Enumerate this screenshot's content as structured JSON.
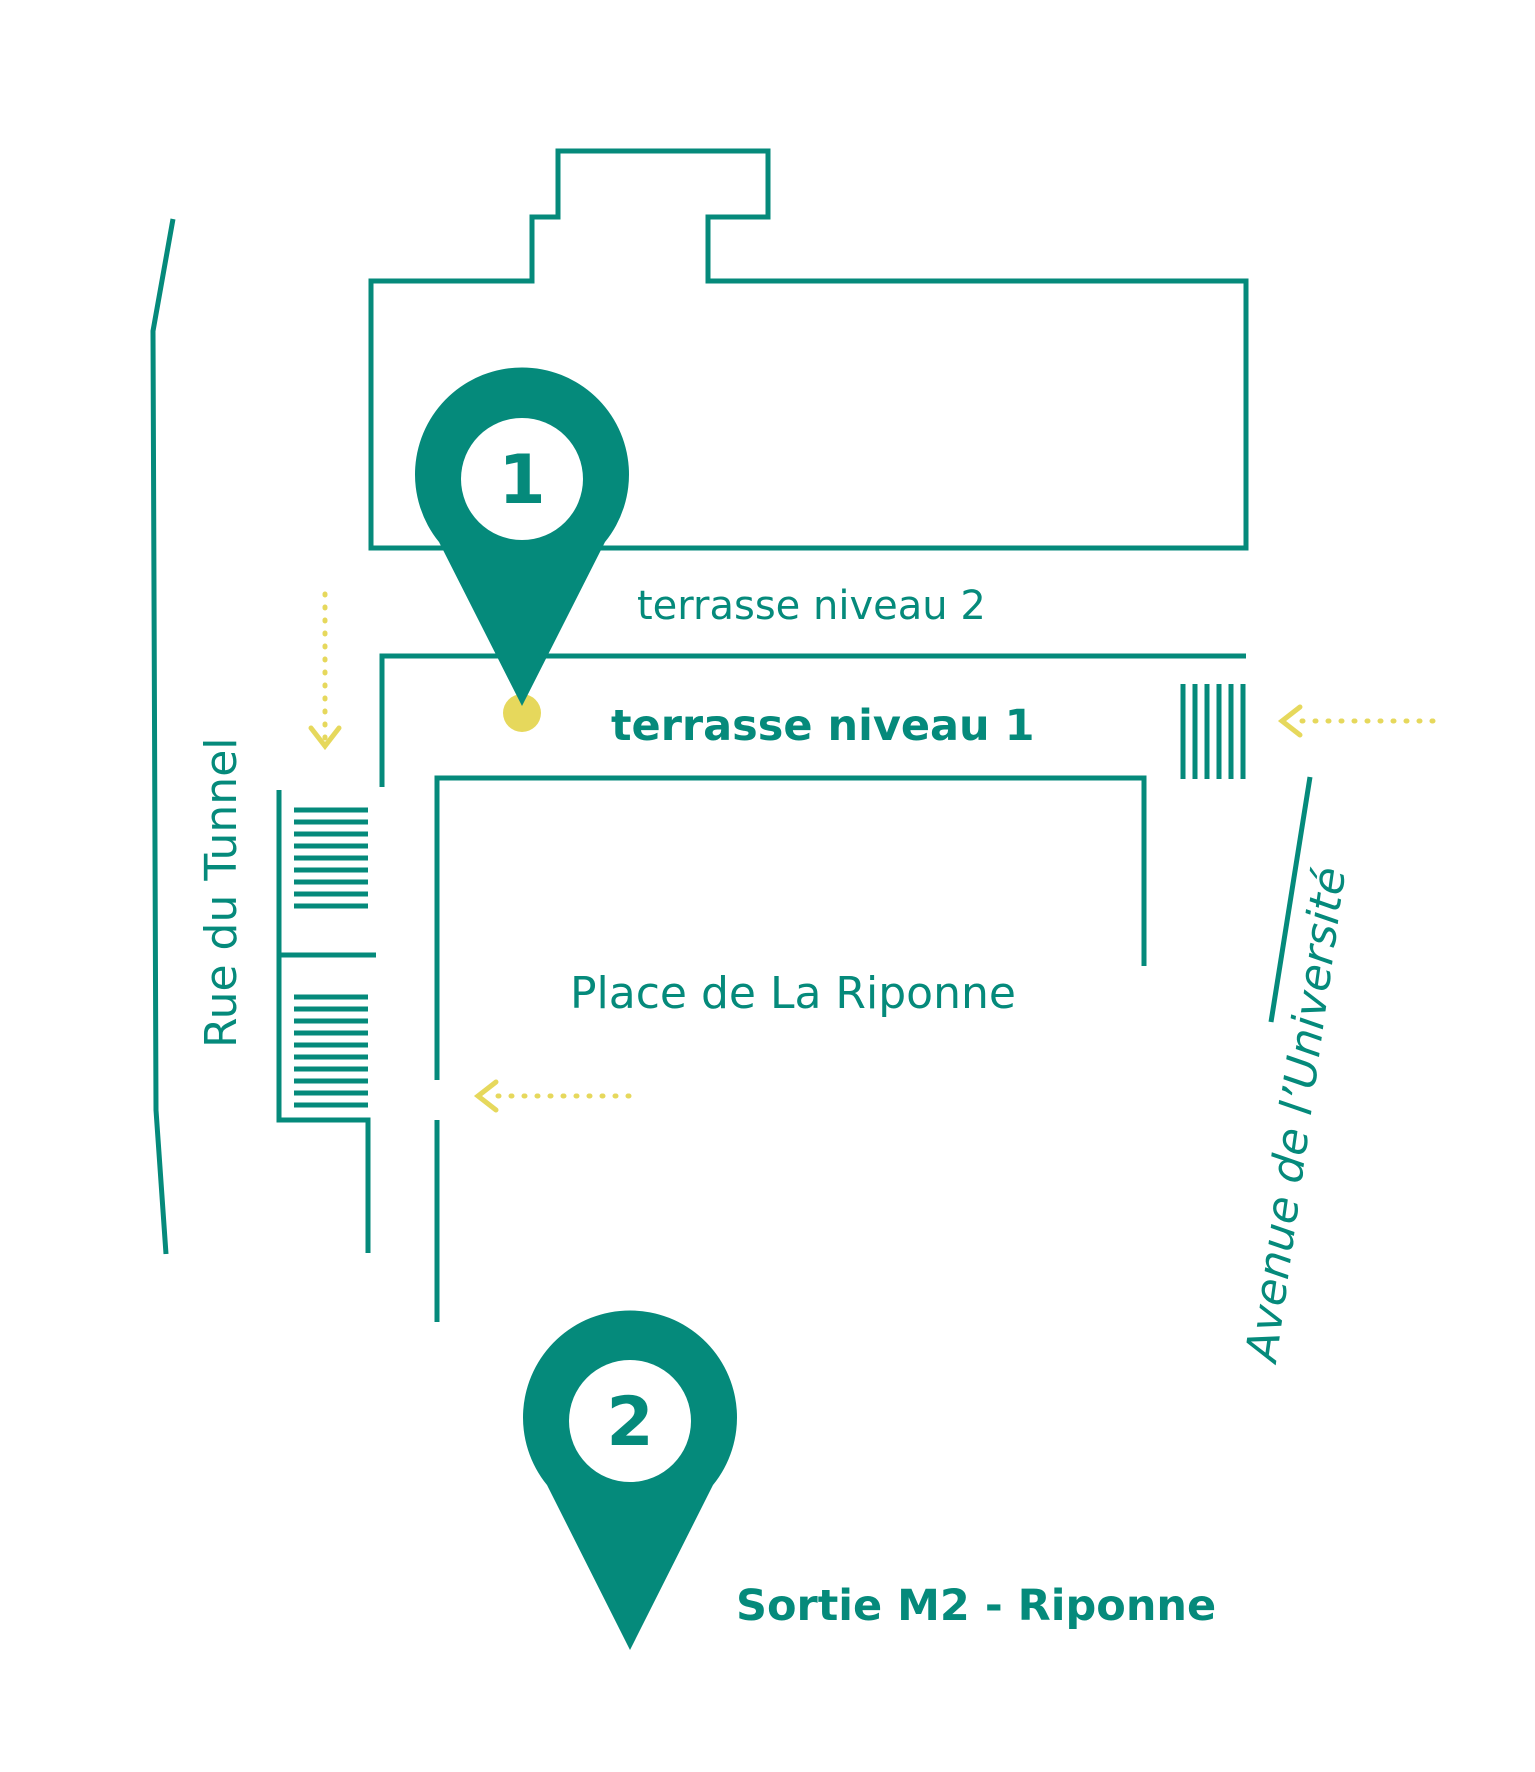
{
  "colors": {
    "line": "#058a7b",
    "pin": "#058a7b",
    "accent": "#e6d85c",
    "background": "#ffffff"
  },
  "labels": {
    "terrace_level_2": "terrasse niveau 2",
    "terrace_level_1": "terrasse niveau 1",
    "square": "Place de La Riponne",
    "street_west": "Rue du Tunnel",
    "street_east": "Avenue de l’Université",
    "exit": "Sortie M2 - Riponne"
  },
  "markers": [
    {
      "number": "1",
      "icon": "map-pin-icon"
    },
    {
      "number": "2",
      "icon": "map-pin-icon"
    }
  ],
  "paths": {
    "arrows": "dotted-arrow-icon",
    "stairs": "stairs-icon",
    "location_dot": "location-dot-icon"
  }
}
